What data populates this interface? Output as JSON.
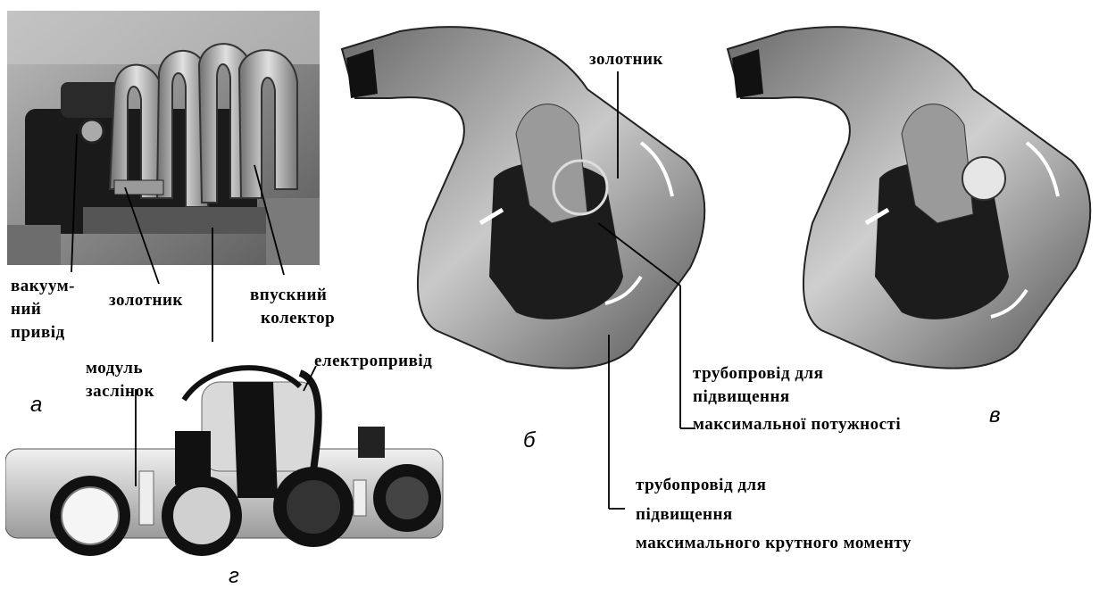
{
  "figure_letters": {
    "a": "а",
    "b": "б",
    "v": "в",
    "g": "г"
  },
  "panel_a": {
    "vacuum_1": "вакуум-",
    "vacuum_2": "ний",
    "vacuum_3": "привід",
    "spool": "золотник",
    "manifold_1": "впускний",
    "manifold_2": "колектор"
  },
  "panel_b": {
    "spool": "золотник",
    "power_1": "трубопровід  для",
    "power_2": "підвищення",
    "power_3": "максимальної  потужності",
    "torque_1": "трубопровід   для",
    "torque_2": "підвищення",
    "torque_3": "максимального крутного моменту"
  },
  "panel_g": {
    "module_1": "модуль",
    "module_2": "заслінок",
    "actuator": "електропривід"
  }
}
